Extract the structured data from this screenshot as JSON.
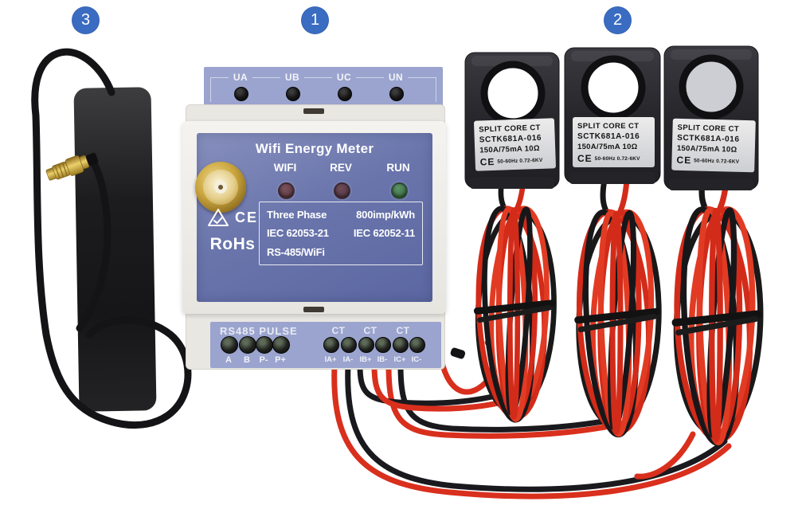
{
  "callouts": {
    "meter": "1",
    "cts": "2",
    "antenna": "3"
  },
  "meter": {
    "title": "Wifi Energy Meter",
    "top_terminals": [
      "UA",
      "UB",
      "UC",
      "UN"
    ],
    "leds": [
      {
        "label": "WIFI",
        "color": "#6b4650"
      },
      {
        "label": "REV",
        "color": "#61404c"
      },
      {
        "label": "RUN",
        "color": "#4a7d51"
      }
    ],
    "certs": {
      "ce": "CE",
      "rohs": "RoHs"
    },
    "spec": {
      "phase": "Three Phase",
      "impulse": "800imp/kWh",
      "iec1": "IEC 62053-21",
      "iec2": "IEC 62052-11",
      "comm": "RS-485/WiFi"
    },
    "bottom": {
      "rs485_heading": "RS485 PULSE",
      "rs485_labels": [
        "A",
        "B",
        "P-",
        "P+"
      ],
      "ct_heading": "CT",
      "ct_labels": [
        "IA+",
        "IA-",
        "IB+",
        "IB-",
        "IC+",
        "IC-"
      ]
    }
  },
  "ct": {
    "label": {
      "line1": "SPLIT CORE CT",
      "line2": "SCTK681A-016",
      "line3": "150A/75mA 10Ω",
      "ce": "CE",
      "line4": "50-60Hz 0.72-6KV"
    }
  },
  "colors": {
    "callout_blue": "#3a6cc2",
    "meter_label_blue": "#6a75ac",
    "terminal_strip": "#9aa4ce",
    "wire_red": "#d92f1d",
    "wire_black": "#1a1a1e",
    "led_run_green": "#4a7d51",
    "led_wifi": "#6b4650",
    "led_rev": "#61404c",
    "sma_gold": "#c9a43c"
  }
}
